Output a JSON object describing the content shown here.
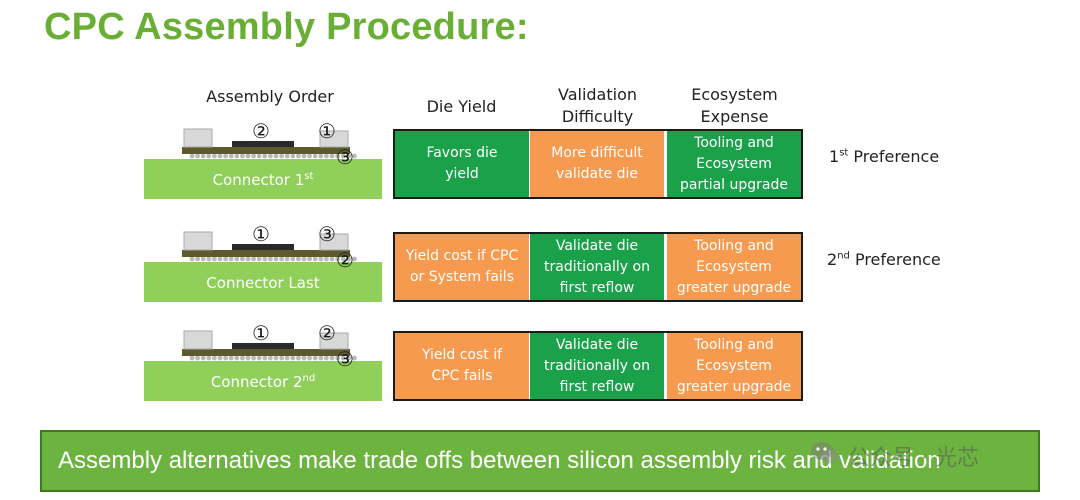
{
  "title": "CPC Assembly Procedure:",
  "headers": {
    "assembly_order": "Assembly Order",
    "die_yield": "Die Yield",
    "validation_difficulty": "Validation\nDifficulty",
    "ecosystem_expense": "Ecosystem\nExpense"
  },
  "rows": [
    {
      "connector_label": "Connector 1",
      "connector_sup": "st",
      "markers": {
        "center": "②",
        "right_top": "①",
        "right_bottom": "③"
      },
      "die_yield": "Favors die\nyield",
      "validation": "More difficult\nvalidate die",
      "ecosystem": "Tooling and\nEcosystem\npartial upgrade",
      "colors": [
        "#1aa14a",
        "#f59a4e",
        "#1aa14a"
      ],
      "preference_main": "1",
      "preference_sup": "st",
      "preference_text": " Preference"
    },
    {
      "connector_label": "Connector Last",
      "connector_sup": "",
      "markers": {
        "center": "①",
        "right_top": "③",
        "right_bottom": "②"
      },
      "die_yield": "Yield cost if CPC\nor System fails",
      "validation": "Validate die\ntraditionally on\nfirst reflow",
      "ecosystem": "Tooling and\nEcosystem\ngreater upgrade",
      "colors": [
        "#f59a4e",
        "#1aa14a",
        "#f59a4e"
      ],
      "preference_main": "2",
      "preference_sup": "nd",
      "preference_text": " Preference"
    },
    {
      "connector_label": "Connector 2",
      "connector_sup": "nd",
      "markers": {
        "center": "①",
        "right_top": "②",
        "right_bottom": "③"
      },
      "die_yield": "Yield cost if\nCPC fails",
      "validation": "Validate die\ntraditionally on\nfirst reflow",
      "ecosystem": "Tooling and\nEcosystem\ngreater upgrade",
      "colors": [
        "#f59a4e",
        "#1aa14a",
        "#f59a4e"
      ],
      "preference_main": "",
      "preference_sup": "",
      "preference_text": ""
    }
  ],
  "banner": "Assembly alternatives make trade offs between silicon assembly risk and validation",
  "watermark": "公众号 · 光芯",
  "colors": {
    "title_green": "#6aaf35",
    "cell_green": "#1aa14a",
    "cell_orange": "#f59a4e",
    "board_green": "#8fcf5a",
    "banner_green": "#6cb33f"
  }
}
